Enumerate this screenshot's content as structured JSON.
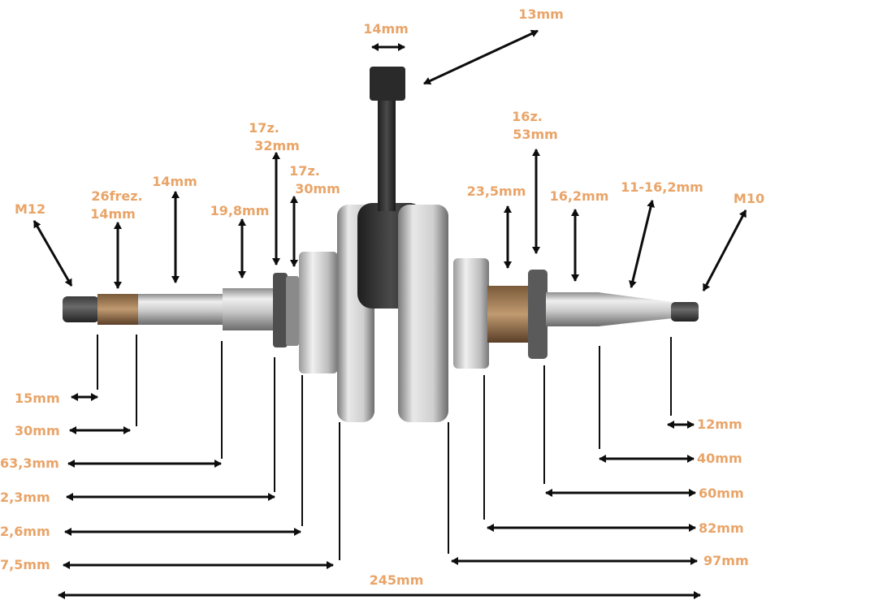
{
  "colors": {
    "label": "#e9a468",
    "arrow": "#0d0d0d",
    "steel_light": "#e4e4e4",
    "steel_mid": "#b8b8b8",
    "steel_dark": "#6e6e6e",
    "rod_dark": "#2e2e2e"
  },
  "labels": {
    "m12": "M12",
    "spline_count": "26frez.",
    "spline_diameter": "14mm",
    "shaft_left_diameter": "14mm",
    "seat_left_diameter": "19,8mm",
    "sprocket_left_teeth": "17z.",
    "sprocket_left_diameter": "32mm",
    "gear_left_teeth": "17z.",
    "gear_left_diameter": "30mm",
    "rod_width": "14mm",
    "rod_length": "13mm",
    "bearing_right_diameter": "23,5mm",
    "gear_right_teeth": "16z.",
    "gear_right_diameter": "53mm",
    "seat_right_diameter": "16,2mm",
    "taper_diameter": "11-16,2mm",
    "m10": "M10",
    "left_15": "15mm",
    "left_30": "30mm",
    "left_63": "63,3mm",
    "left_92": "2,3mm",
    "left_102": "2,6mm",
    "left_117": "7,5mm",
    "right_12": "12mm",
    "right_40": "40mm",
    "right_60": "60mm",
    "right_82": "82mm",
    "right_97": "97mm",
    "total_length": "245mm"
  }
}
